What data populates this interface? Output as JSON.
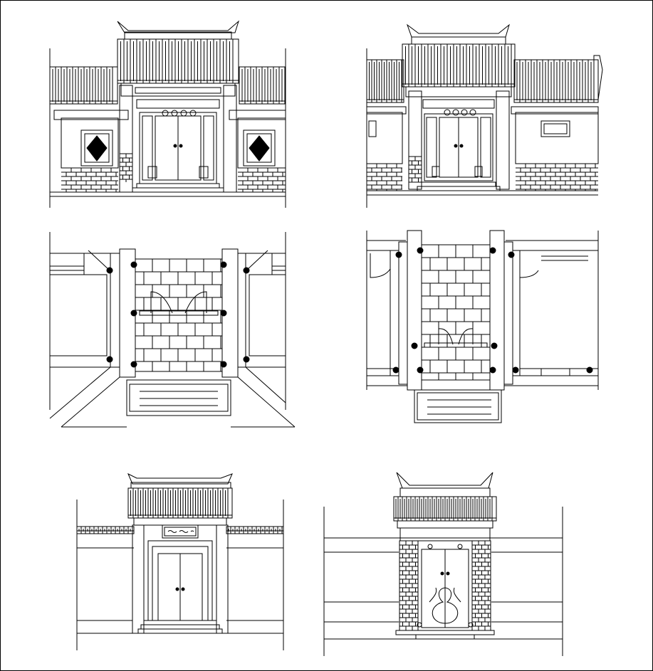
{
  "sheet": {
    "border_color": "#000000",
    "background": "#ffffff",
    "line_color": "#000000"
  },
  "panels": [
    {
      "id": "elevation-a",
      "kind": "front elevation with roof ridge, side walls with lattice windows"
    },
    {
      "id": "elevation-b",
      "kind": "front elevation with roof ridge, side walls with panels"
    },
    {
      "id": "plan-a",
      "kind": "gate plan, flared side walls"
    },
    {
      "id": "plan-b",
      "kind": "gate plan, straight side walls"
    },
    {
      "id": "elevation-c",
      "kind": "small gate with plaque"
    },
    {
      "id": "elevation-d",
      "kind": "narrow brick gate with gourd ornament"
    }
  ],
  "plaque": {
    "text": "",
    "icon": "calligraphy-plaque-icon"
  }
}
